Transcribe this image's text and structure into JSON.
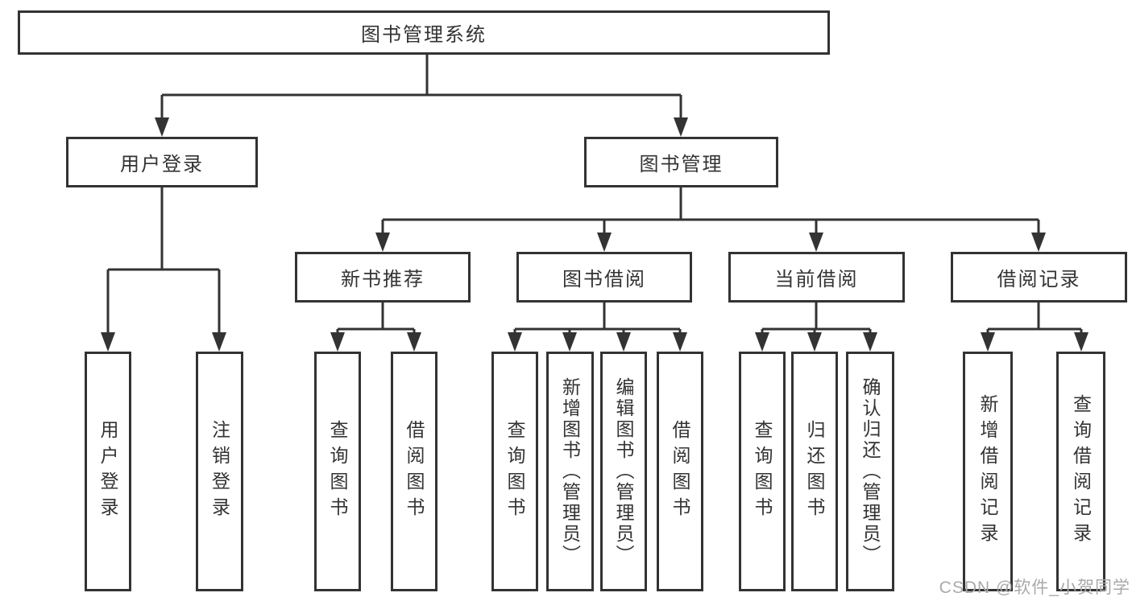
{
  "nodes": {
    "root": {
      "label": "图书管理系统"
    },
    "user_login": {
      "label": "用户登录"
    },
    "book_mgmt": {
      "label": "图书管理"
    },
    "new_book_rec": {
      "label": "新书推荐"
    },
    "book_borrow": {
      "label": "图书借阅"
    },
    "current_borrow": {
      "label": "当前借阅"
    },
    "borrow_record": {
      "label": "借阅记录"
    },
    "leaf_user_login": {
      "label": "用户登录"
    },
    "leaf_logout": {
      "label": "注销登录"
    },
    "leaf_query_book_1": {
      "label": "查询图书"
    },
    "leaf_borrow_book_1": {
      "label": "借阅图书"
    },
    "leaf_query_book_2": {
      "label": "查询图书"
    },
    "leaf_add_book": {
      "label": "新增图书（管理员）"
    },
    "leaf_edit_book": {
      "label": "编辑图书（管理员）"
    },
    "leaf_borrow_book_2": {
      "label": "借阅图书"
    },
    "leaf_query_book_3": {
      "label": "查询图书"
    },
    "leaf_return_book": {
      "label": "归还图书"
    },
    "leaf_confirm_return": {
      "label": "确认归还（管理员）"
    },
    "leaf_add_record": {
      "label": "新增借阅记录"
    },
    "leaf_query_record": {
      "label": "查询借阅记录"
    }
  },
  "watermark": {
    "text": "CSDN @软件_小贺同学"
  },
  "colors": {
    "line": "#333333",
    "box_border": "#333333",
    "text": "#333333",
    "background": "#ffffff",
    "watermark": "#a9a9a9"
  }
}
